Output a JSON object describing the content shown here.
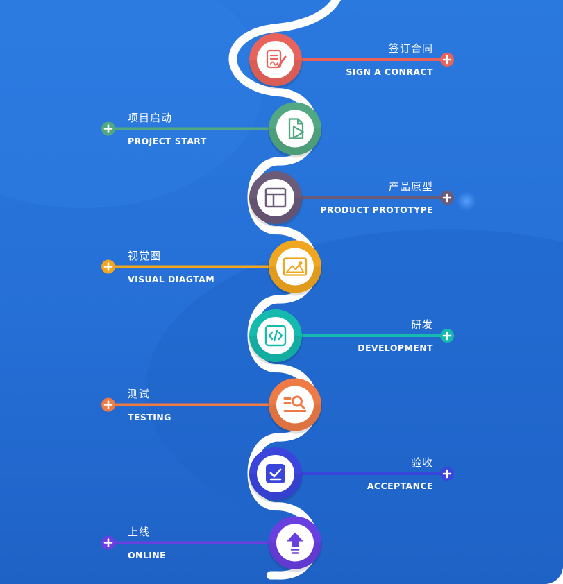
{
  "colors": {
    "background": "#2a79df",
    "path": "#ffffff"
  },
  "steps": [
    {
      "cn": "签订合同",
      "en": "SIGN A CONRACT",
      "color": "#e8635c",
      "icon": "contract-sign-icon",
      "side": "right"
    },
    {
      "cn": "项目启动",
      "en": "PROJECT START",
      "color": "#52a882",
      "icon": "project-start-icon",
      "side": "left"
    },
    {
      "cn": "产品原型",
      "en": "PRODUCT PROTOTYPE",
      "color": "#6b5a78",
      "icon": "prototype-layout-icon",
      "side": "right"
    },
    {
      "cn": "视觉图",
      "en": "VISUAL DIAGTAM",
      "color": "#f0a61f",
      "icon": "image-icon",
      "side": "left"
    },
    {
      "cn": "研发",
      "en": "DEVELOPMENT",
      "color": "#16b9ad",
      "icon": "code-icon",
      "side": "right"
    },
    {
      "cn": "测试",
      "en": "TESTING",
      "color": "#ee7a45",
      "icon": "search-list-icon",
      "side": "left"
    },
    {
      "cn": "验收",
      "en": "ACCEPTANCE",
      "color": "#3a45dc",
      "icon": "checkbox-icon",
      "side": "right"
    },
    {
      "cn": "上线",
      "en": "ONLINE",
      "color": "#6a3fe0",
      "icon": "upload-arrow-icon",
      "side": "left"
    }
  ]
}
